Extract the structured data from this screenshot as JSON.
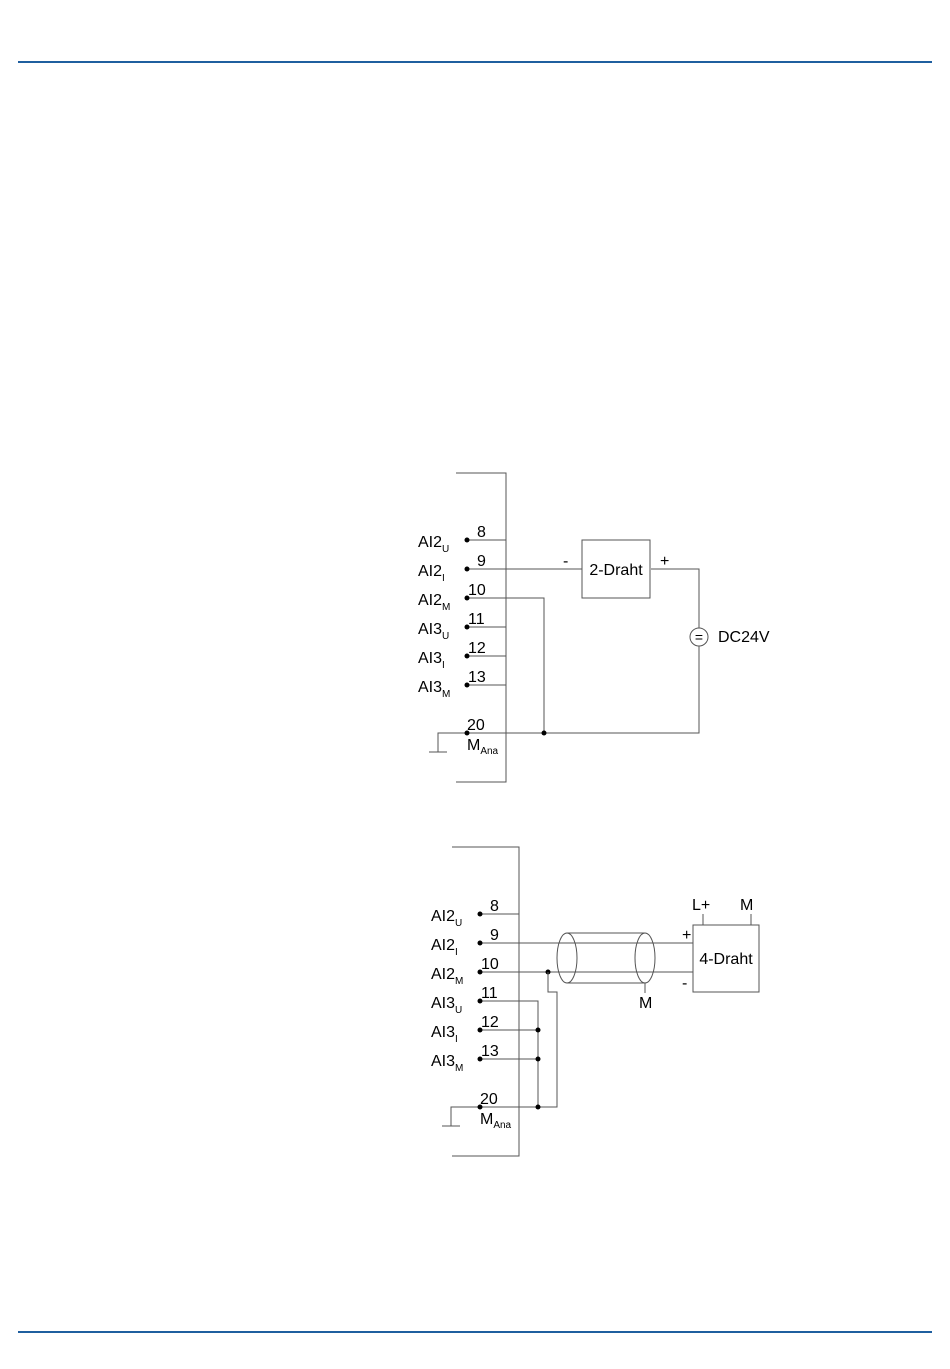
{
  "diagrams": [
    {
      "name": "2-wire connection",
      "terminals": [
        {
          "label": "AI2",
          "sub": "U",
          "number": "8"
        },
        {
          "label": "AI2",
          "sub": "I",
          "number": "9"
        },
        {
          "label": "AI2",
          "sub": "M",
          "number": "10"
        },
        {
          "label": "AI3",
          "sub": "U",
          "number": "11"
        },
        {
          "label": "AI3",
          "sub": "I",
          "number": "12"
        },
        {
          "label": "AI3",
          "sub": "M",
          "number": "13"
        }
      ],
      "ground_terminal": {
        "number": "20",
        "label": "M",
        "sub": "Ana"
      },
      "device_label": "2-Draht",
      "minus_sign": "-",
      "plus_sign": "+",
      "supply_symbol": "=",
      "supply_label": "DC24V"
    },
    {
      "name": "4-wire connection",
      "terminals": [
        {
          "label": "AI2",
          "sub": "U",
          "number": "8"
        },
        {
          "label": "AI2",
          "sub": "I",
          "number": "9"
        },
        {
          "label": "AI2",
          "sub": "M",
          "number": "10"
        },
        {
          "label": "AI3",
          "sub": "U",
          "number": "11"
        },
        {
          "label": "AI3",
          "sub": "I",
          "number": "12"
        },
        {
          "label": "AI3",
          "sub": "M",
          "number": "13"
        }
      ],
      "ground_terminal": {
        "number": "20",
        "label": "M",
        "sub": "Ana"
      },
      "device_label": "4-Draht",
      "plus_sign": "+",
      "minus_sign": "-",
      "supply_lplus": "L+",
      "supply_m": "M",
      "shield_label": "M"
    }
  ]
}
